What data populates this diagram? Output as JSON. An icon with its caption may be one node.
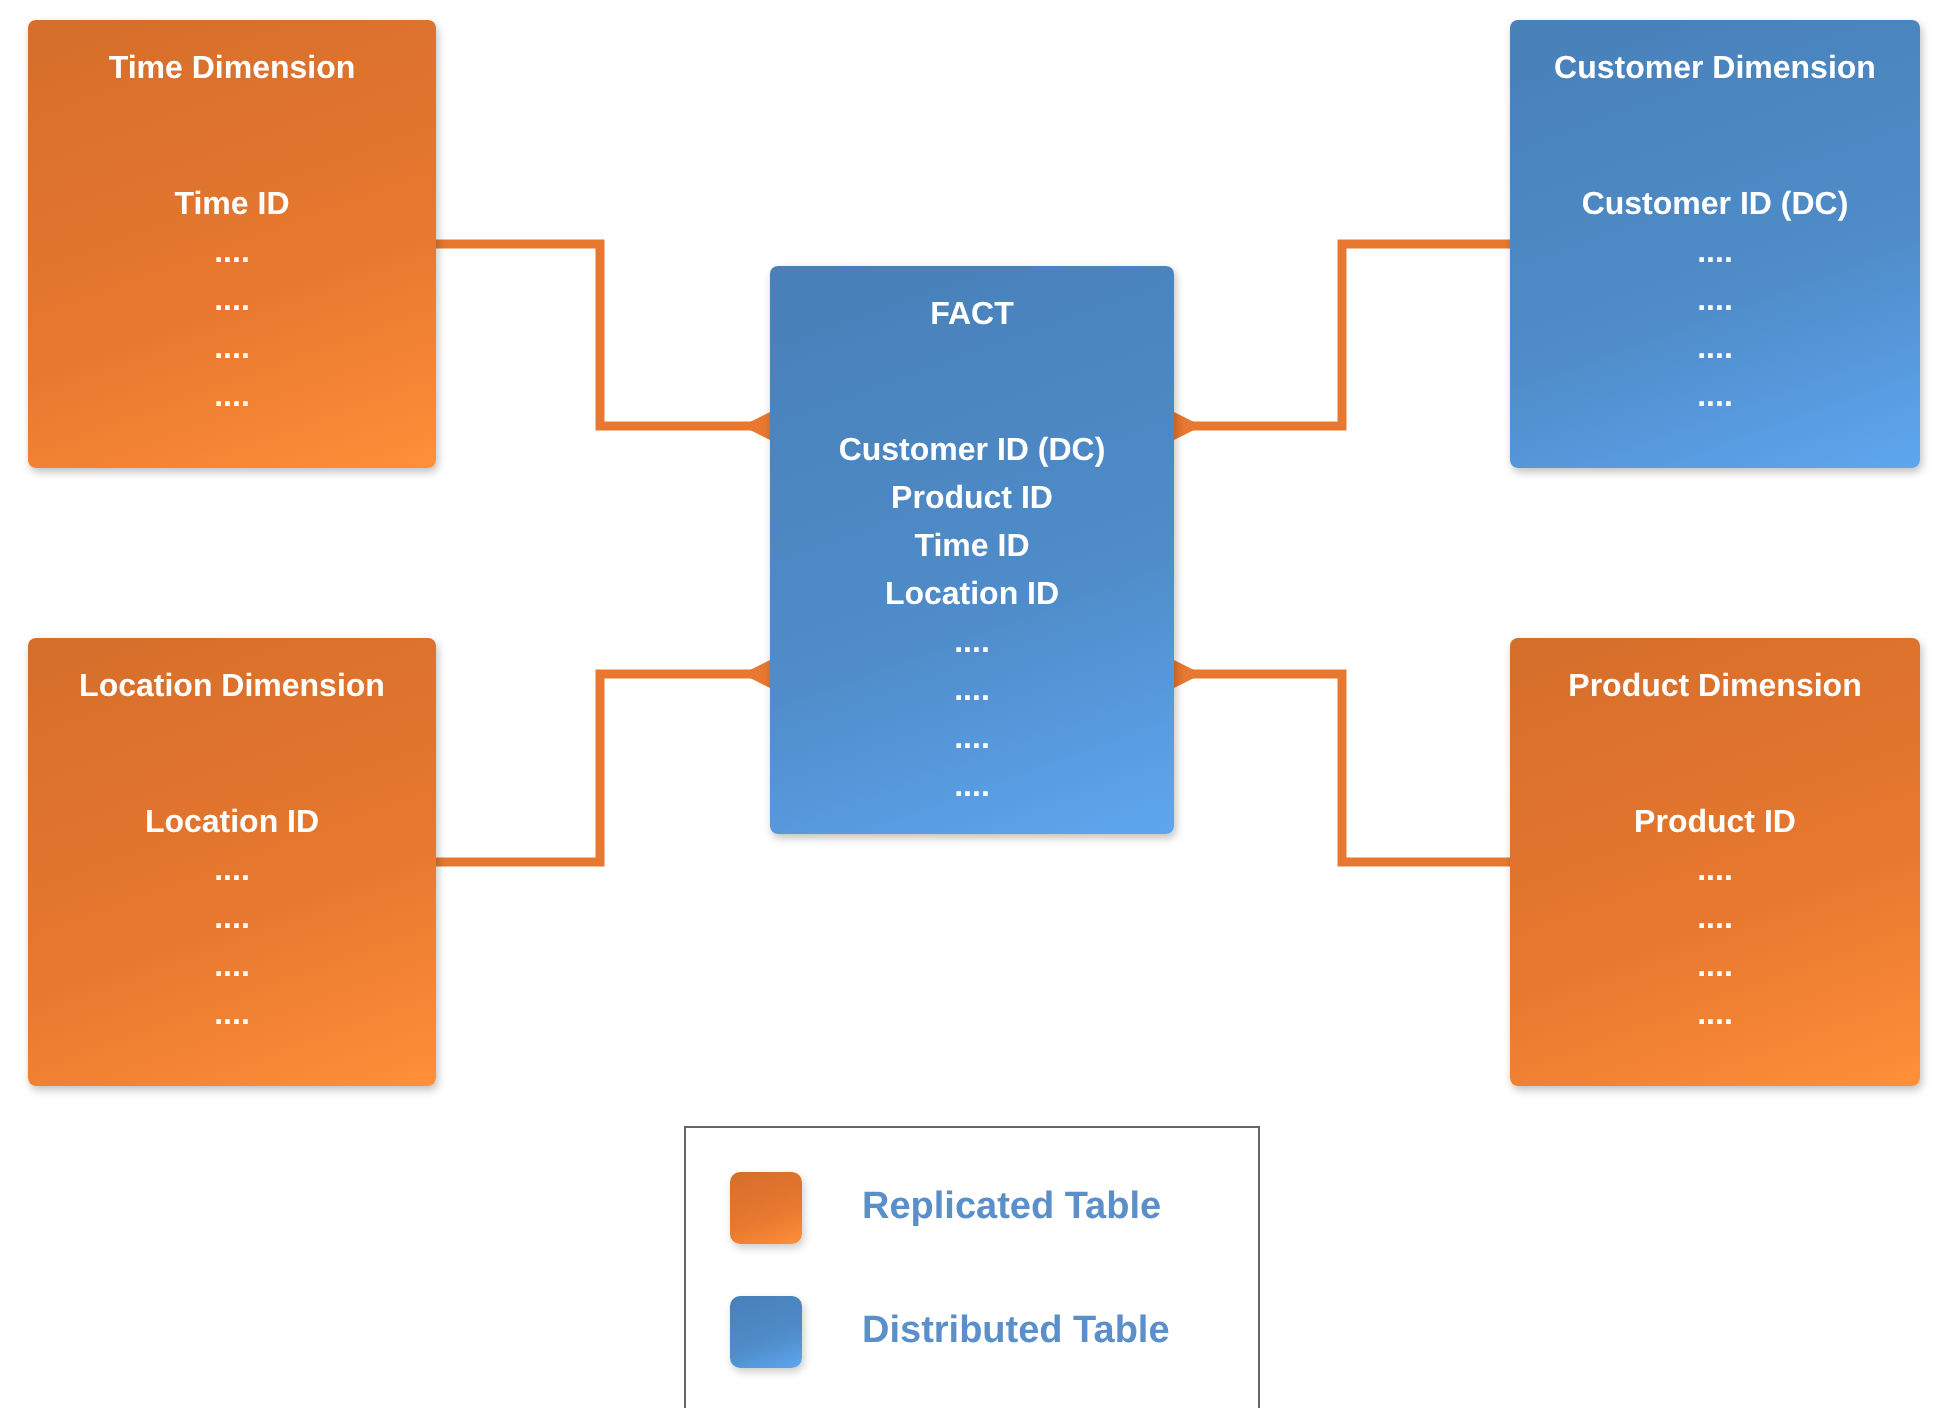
{
  "diagram": {
    "nodes": [
      {
        "text": [
          "Time Dimension",
          "Time ID",
          "....",
          "....",
          "....",
          "...."
        ]
      },
      {
        "text": [
          "Customer Dimension",
          "Customer ID (DC)",
          "....",
          "....",
          "....",
          "...."
        ]
      },
      {
        "text": [
          "FACT",
          "Customer ID (DC)",
          "Product ID",
          "Time ID",
          "Location ID",
          "....",
          "....",
          "....",
          "...."
        ]
      },
      {
        "text": [
          "Location Dimension",
          "Location ID",
          "....",
          "....",
          "....",
          "...."
        ]
      },
      {
        "text": [
          "Product Dimension",
          "Product ID",
          "....",
          "....",
          "....",
          "...."
        ]
      }
    ],
    "edges": [
      {
        "from": 0,
        "to": 2,
        "arrow": "other"
      },
      {
        "from": 1,
        "to": 2,
        "arrow": "other"
      },
      {
        "from": 3,
        "to": 2,
        "arrow": "other"
      },
      {
        "from": 4,
        "to": 2,
        "arrow": "other"
      }
    ],
    "legend": [
      {
        "text": "Replicated Table",
        "color": "#e8782f"
      },
      {
        "text": "Distributed Table",
        "color": "#4f8cc9"
      }
    ]
  }
}
